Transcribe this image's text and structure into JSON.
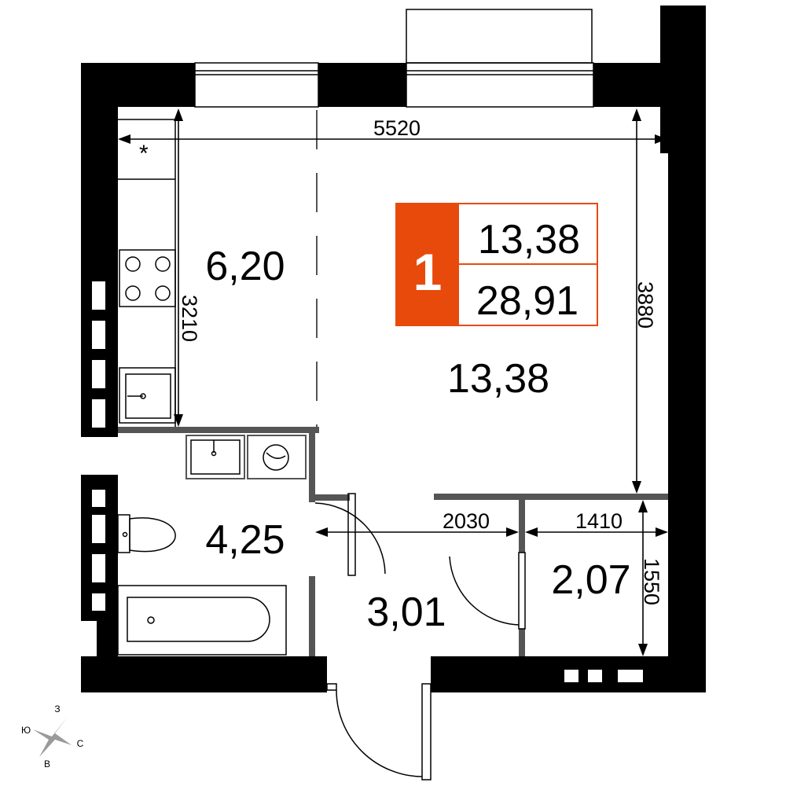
{
  "badge": {
    "rooms": "1",
    "living_area": "13,38",
    "total_area": "28,91",
    "accent_color": "#e84a0c"
  },
  "rooms": {
    "kitchen_area": "6,20",
    "living_room_area": "13,38",
    "bathroom_area": "4,25",
    "hallway_area": "3,01",
    "storage_area": "2,07"
  },
  "dimensions": {
    "total_width": "5520",
    "kitchen_depth": "3210",
    "living_depth": "3880",
    "hallway_width": "2030",
    "storage_width": "1410",
    "storage_depth": "1550"
  },
  "compass": {
    "north": "З",
    "west": "Ю",
    "east": "С",
    "south": "В"
  },
  "symbols": {
    "ventilation": "*"
  },
  "colors": {
    "wall": "#000000",
    "partition": "#555555",
    "badge": "#e84a0c"
  }
}
